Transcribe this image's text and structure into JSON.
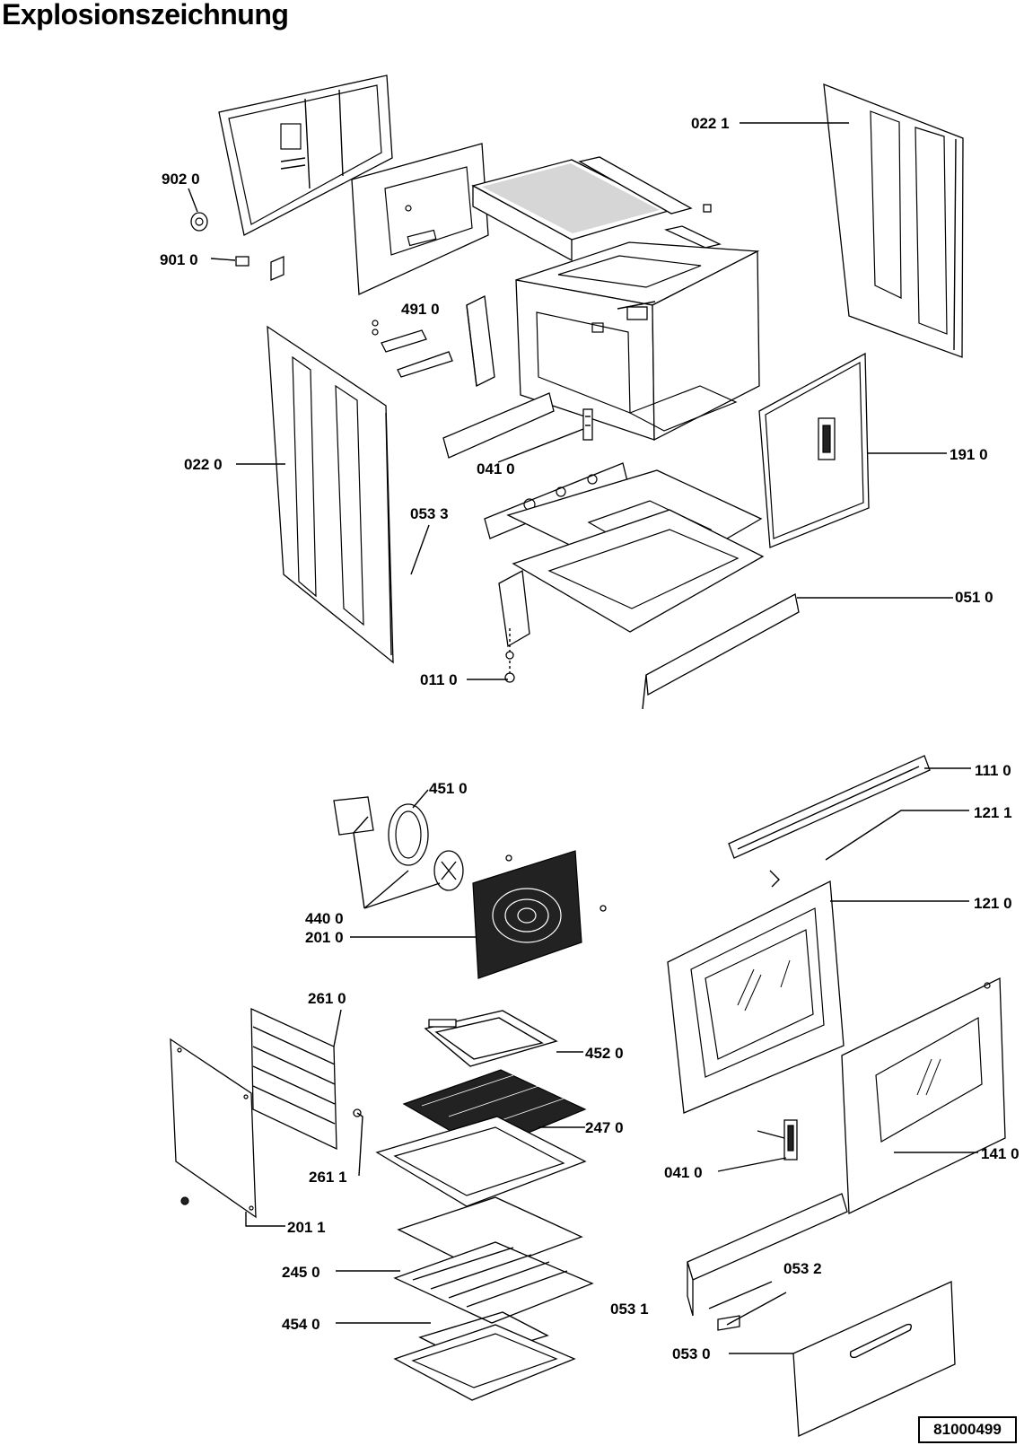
{
  "title": "Explosionszeichnung",
  "document_number": "81000499",
  "callouts": [
    {
      "id": "c9020",
      "label": "902 0"
    },
    {
      "id": "c9010",
      "label": "901 0"
    },
    {
      "id": "c4910",
      "label": "491 0"
    },
    {
      "id": "c0221",
      "label": "022 1"
    },
    {
      "id": "c0220",
      "label": "022 0"
    },
    {
      "id": "c0410a",
      "label": "041 0"
    },
    {
      "id": "c1910",
      "label": "191 0"
    },
    {
      "id": "c0533",
      "label": "053 3"
    },
    {
      "id": "c0510",
      "label": "051 0"
    },
    {
      "id": "c0110",
      "label": "011 0"
    },
    {
      "id": "c4510",
      "label": "451 0"
    },
    {
      "id": "c1110",
      "label": "111 0"
    },
    {
      "id": "c1211",
      "label": "121 1"
    },
    {
      "id": "c1210",
      "label": "121 0"
    },
    {
      "id": "c4400",
      "label": "440 0"
    },
    {
      "id": "c2010",
      "label": "201 0"
    },
    {
      "id": "c2610",
      "label": "261 0"
    },
    {
      "id": "c4520",
      "label": "452 0"
    },
    {
      "id": "c2470",
      "label": "247 0"
    },
    {
      "id": "c1410",
      "label": "141 0"
    },
    {
      "id": "c2611",
      "label": "261 1"
    },
    {
      "id": "c0410b",
      "label": "041 0"
    },
    {
      "id": "c2011",
      "label": "201 1"
    },
    {
      "id": "c0532",
      "label": "053 2"
    },
    {
      "id": "c2450",
      "label": "245 0"
    },
    {
      "id": "c0531",
      "label": "053 1"
    },
    {
      "id": "c4540",
      "label": "454 0"
    },
    {
      "id": "c0530",
      "label": "053 0"
    }
  ]
}
